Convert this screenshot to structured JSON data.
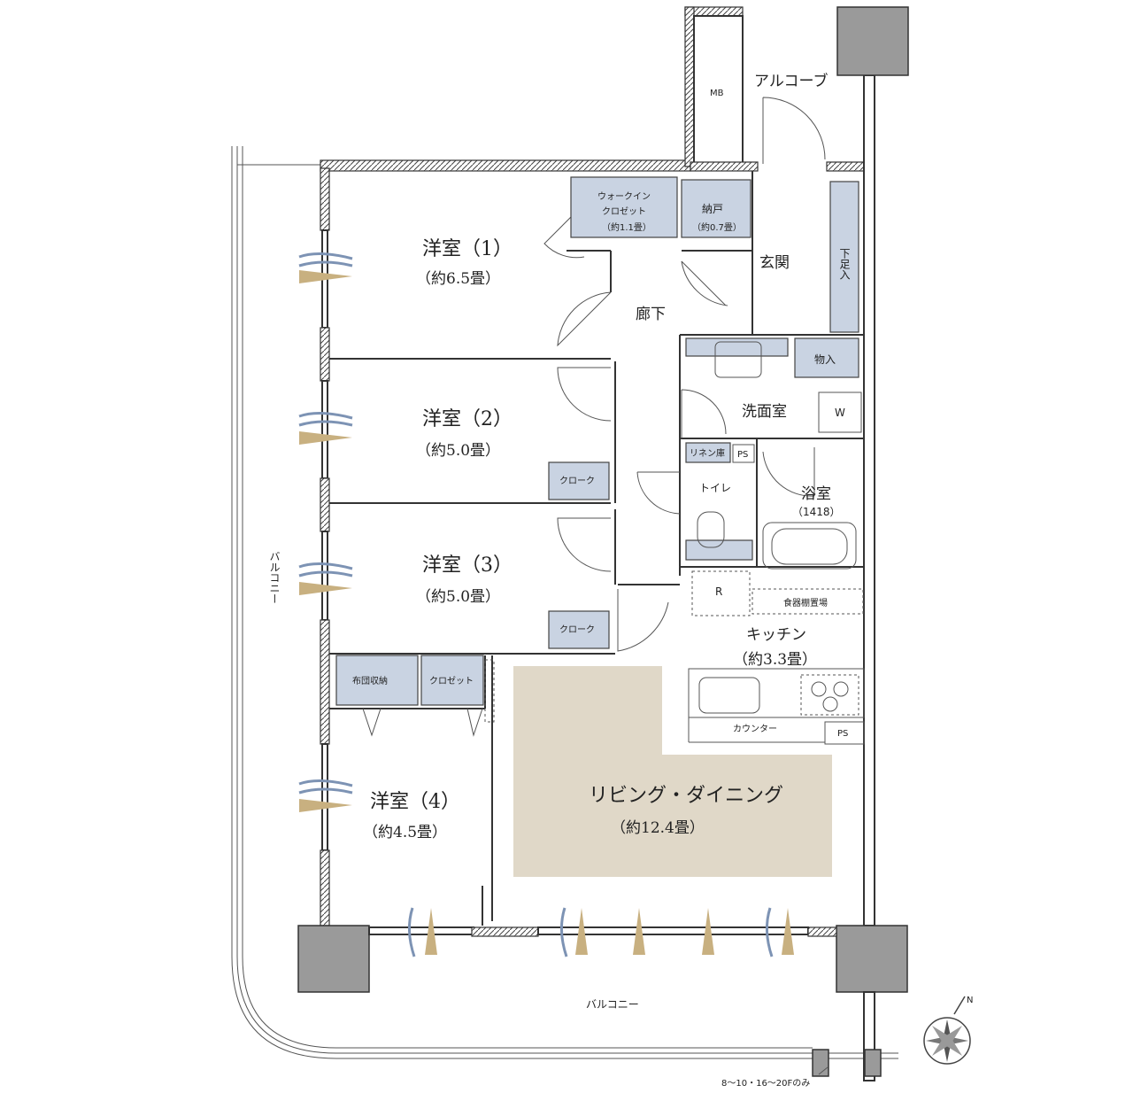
{
  "rooms": {
    "western1": {
      "name": "洋室（1）",
      "size": "（約6.5畳）"
    },
    "western2": {
      "name": "洋室（2）",
      "size": "（約5.0畳）"
    },
    "western3": {
      "name": "洋室（3）",
      "size": "（約5.0畳）"
    },
    "western4": {
      "name": "洋室（4）",
      "size": "（約4.5畳）"
    },
    "living": {
      "name": "リビング・ダイニング",
      "size": "（約12.4畳）"
    },
    "kitchen": {
      "name": "キッチン",
      "size": "（約3.3畳）"
    },
    "hallway": {
      "name": "廊下"
    },
    "entrance": {
      "name": "玄関"
    },
    "washroom": {
      "name": "洗面室"
    },
    "toilet": {
      "name": "トイレ"
    },
    "bath": {
      "name": "浴室",
      "size": "（1418）"
    }
  },
  "storage": {
    "walkin_line1": "ウォークイン",
    "walkin_line2": "クロゼット",
    "walkin_size": "（約1.1畳）",
    "closet_nando": "納戸",
    "nando_size": "（約0.7畳）",
    "shoe_box": "下足入",
    "mono_ire": "物入",
    "cloak1": "クローク",
    "cloak2": "クローク",
    "futon": "布団収納",
    "closet": "クロゼット",
    "linen": "リネン庫"
  },
  "labels": {
    "mb": "MB",
    "alcove": "アルコーブ",
    "washer": "W",
    "ps1": "PS",
    "ps2": "PS",
    "fridge": "R",
    "dish_shelf": "食器棚置場",
    "counter": "カウンター",
    "balcony_left": "バルコニー",
    "balcony_bottom": "バルコニー",
    "floor_note": "8〜10・16〜20Fのみ",
    "north": "N"
  },
  "colors": {
    "storage_fill": "#c9d3e2",
    "living_fill": "#e0d8c8",
    "wind_blue": "#7d93b4",
    "light_tan": "#c8b080",
    "column": "#9a9a9a"
  }
}
